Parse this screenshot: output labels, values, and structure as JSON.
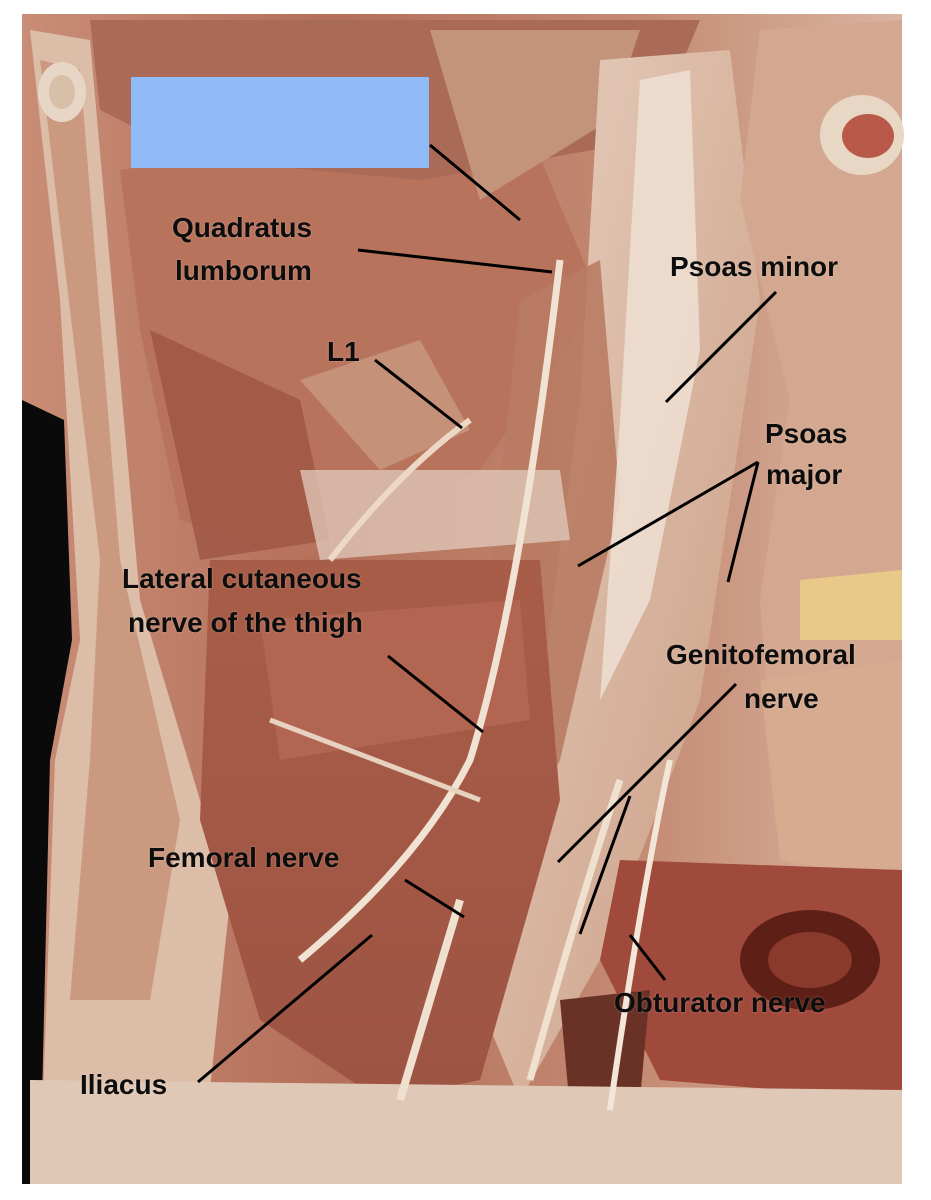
{
  "image": {
    "subject": "Anatomical dissection photograph of the posterior abdominal wall",
    "redacted_label_color": "#8fbcf9",
    "line_color": "#000000"
  },
  "labels": {
    "quadratus_line1": "Quadratus",
    "quadratus_line2": "lumborum",
    "l1": "L1",
    "psoas_minor": "Psoas minor",
    "psoas_major_line1": "Psoas",
    "psoas_major_line2": "major",
    "lateral_cutaneous_line1": "Lateral cutaneous",
    "lateral_cutaneous_line2": "nerve of the thigh",
    "genitofemoral_line1": "Genitofemoral",
    "genitofemoral_line2": "nerve",
    "femoral_nerve": "Femoral nerve",
    "obturator_nerve": "Obturator nerve",
    "iliacus": "Iliacus"
  }
}
